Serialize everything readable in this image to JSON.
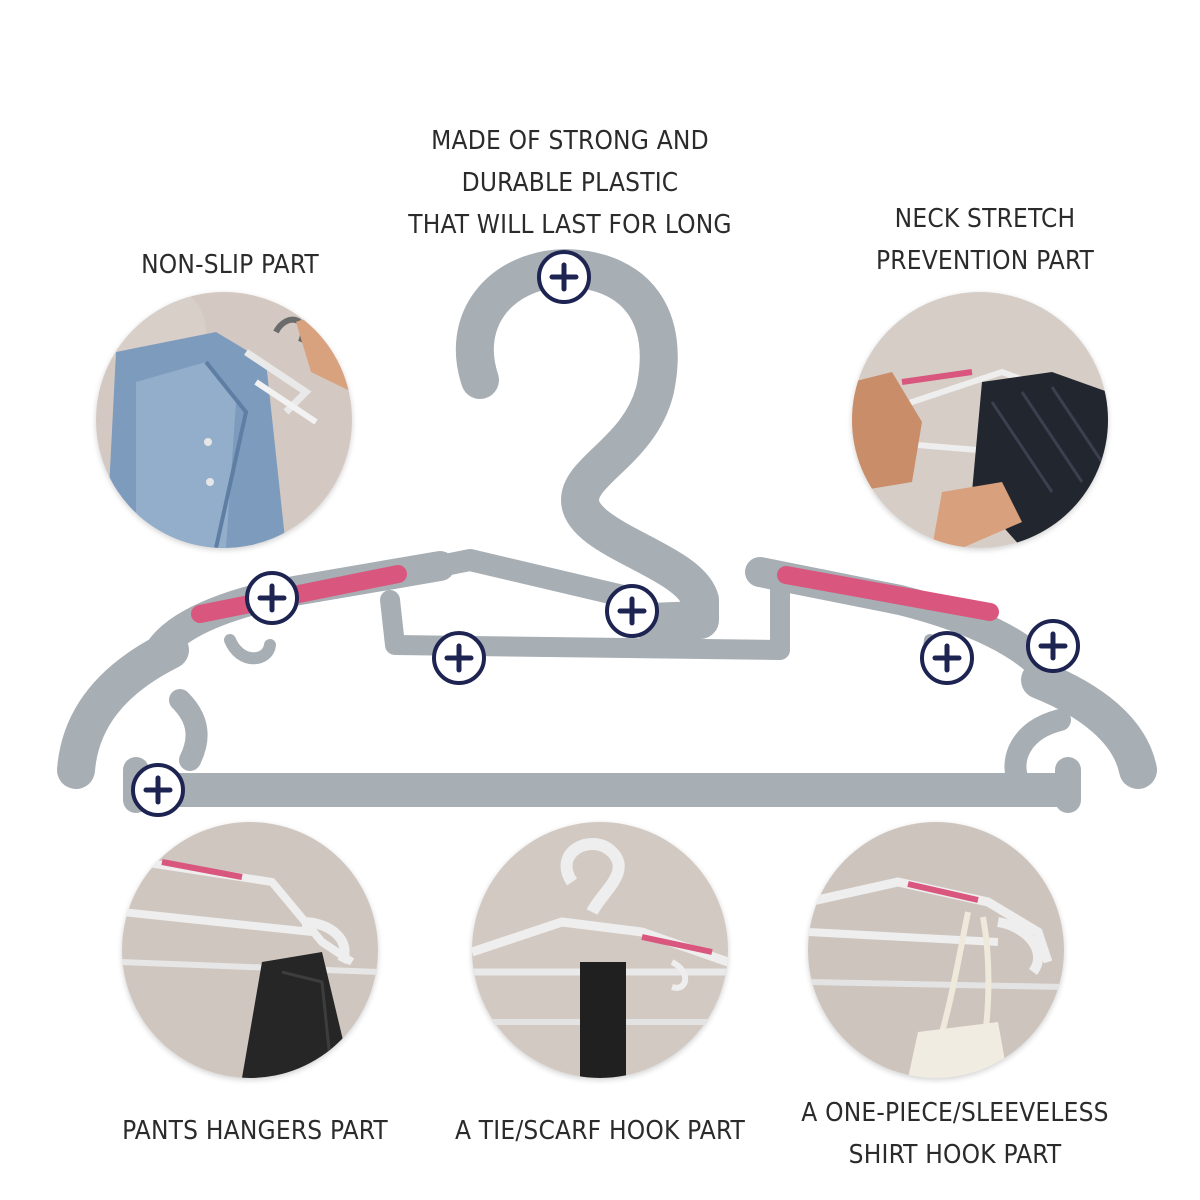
{
  "labels": {
    "material": [
      "MADE OF STRONG AND",
      "DURABLE PLASTIC",
      "THAT WILL LAST FOR LONG"
    ],
    "non_slip": [
      "NON-SLIP PART"
    ],
    "neck_stretch": [
      "NECK STRETCH",
      "PREVENTION PART"
    ],
    "pants": [
      "PANTS HANGERS PART"
    ],
    "tie_scarf": [
      "A TIE/SCARF HOOK PART"
    ],
    "one_piece": [
      "A ONE-PIECE/SLEEVELESS",
      "SHIRT HOOK PART"
    ]
  },
  "colors": {
    "hanger": "#a7aeb4",
    "grip": "#d9577e",
    "marker": "#1e2452",
    "text": "#2b2b2b",
    "wall": "#cfc7c1"
  },
  "icons": {
    "marker": "plus-circle-icon"
  }
}
